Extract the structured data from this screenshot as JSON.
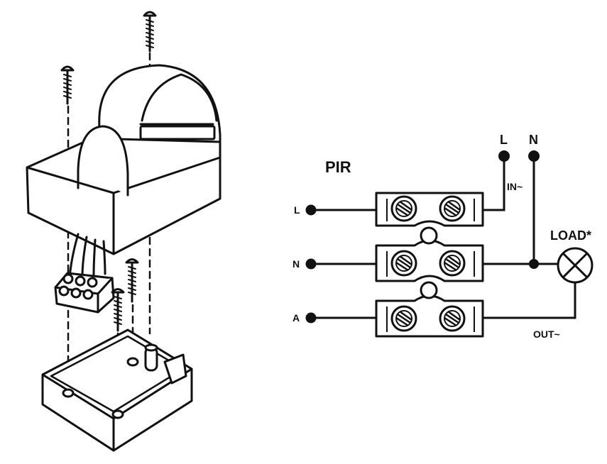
{
  "colors": {
    "ink": "#111111",
    "paper": "#ffffff"
  },
  "wiring": {
    "title": "PIR",
    "left_terminals": [
      "L",
      "N",
      "A"
    ],
    "supply_labels": {
      "line": "L",
      "neutral": "N",
      "input": "IN~"
    },
    "load_label": "LOAD*",
    "output_label": "OUT~"
  },
  "icons": [
    "screw-icon",
    "lamp-icon",
    "terminal-screw-icon",
    "connector-block-icon"
  ]
}
